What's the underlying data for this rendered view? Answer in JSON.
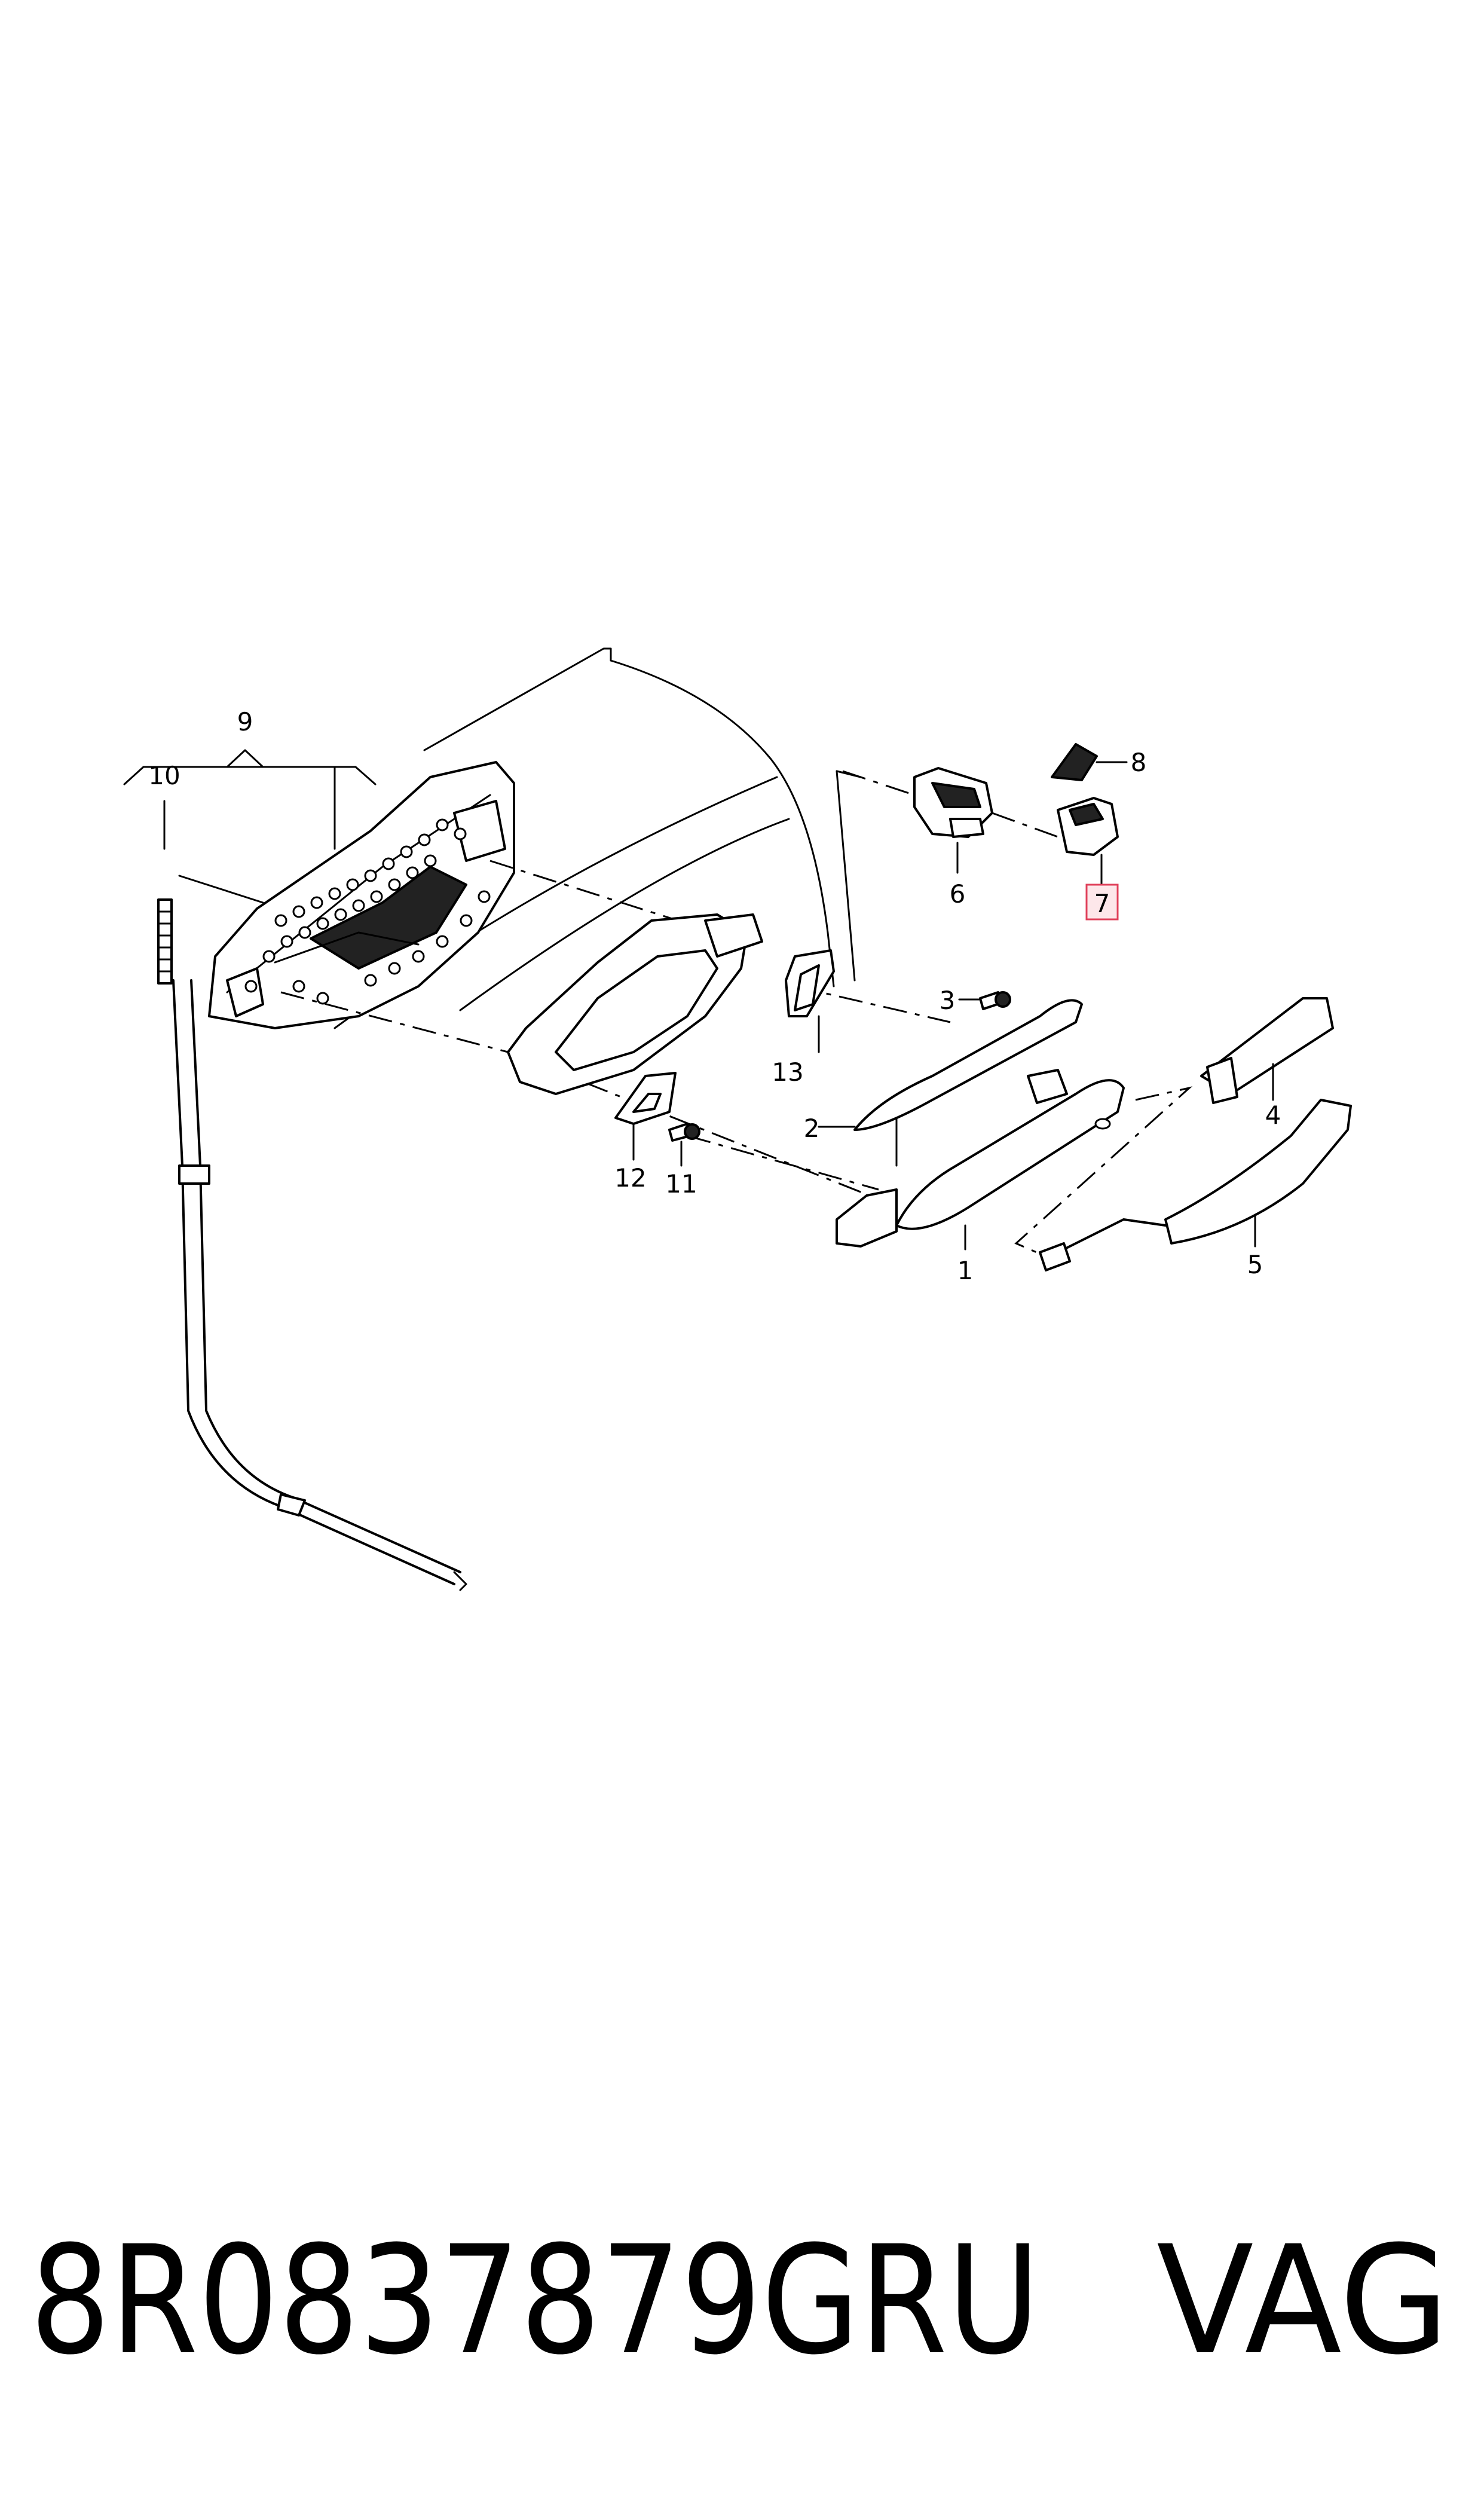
{
  "diagram": {
    "callouts": {
      "c1": "1",
      "c2": "2",
      "c3": "3",
      "c4": "4",
      "c5": "5",
      "c6": "6",
      "c7": "7",
      "c8": "8",
      "c9": "9",
      "c10": "10",
      "c11": "11",
      "c12": "12",
      "c13": "13"
    },
    "highlighted_callout": "7",
    "highlight_color": "#e0405a",
    "highlight_fill": "#fde7ea"
  },
  "footer": {
    "part_number": "8R0837879GRU",
    "brand": "VAG"
  }
}
